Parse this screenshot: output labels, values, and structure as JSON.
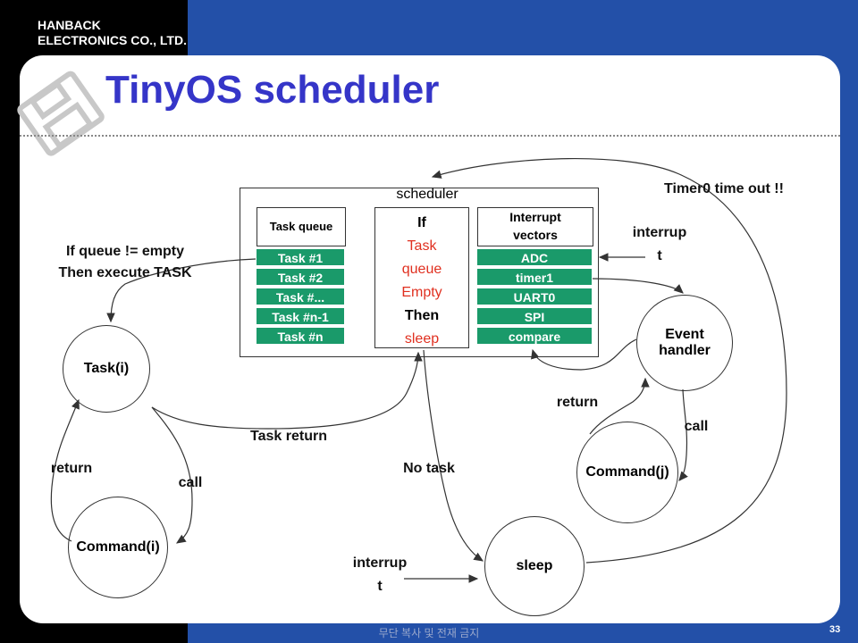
{
  "header": {
    "company_line1": "HANBACK",
    "company_line2": "ELECTRONICS CO., LTD."
  },
  "title": "TinyOS scheduler",
  "footer": {
    "notice": "무단 복사 및 전재 금지",
    "page": "33"
  },
  "scheduler": {
    "label": "scheduler",
    "task_queue": {
      "header": "Task queue",
      "items": [
        "Task #1",
        "Task #2",
        "Task #...",
        "Task #n-1",
        "Task #n"
      ]
    },
    "condition": [
      "If",
      "Task",
      "queue",
      "Empty",
      "Then",
      "sleep"
    ],
    "interrupt_vectors": {
      "header_line1": "Interrupt",
      "header_line2": "vectors",
      "items": [
        "ADC",
        "timer1",
        "UART0",
        "SPI",
        "compare"
      ]
    }
  },
  "labels": {
    "if_queue_line1": "If queue != empty",
    "if_queue_line2": "Then execute TASK",
    "timer0": "Timer0 time out !!",
    "interrupt_top_line1": "interrup",
    "interrupt_top_line2": "t",
    "task_return": "Task return",
    "return_left": "return",
    "call_left": "call",
    "no_task": "No task",
    "return_right": "return",
    "call_right": "call",
    "interrupt_bottom_line1": "interrup",
    "interrupt_bottom_line2": "t"
  },
  "nodes": {
    "task_i": "Task(i)",
    "command_i": "Command(i)",
    "event_handler_line1": "Event",
    "event_handler_line2": "handler",
    "command_j": "Command(j)",
    "sleep": "sleep"
  },
  "colors": {
    "background": "#2350a8",
    "title": "#3535c8",
    "queue_item": "#1a9a6a",
    "condition_highlight": "#e03020"
  }
}
